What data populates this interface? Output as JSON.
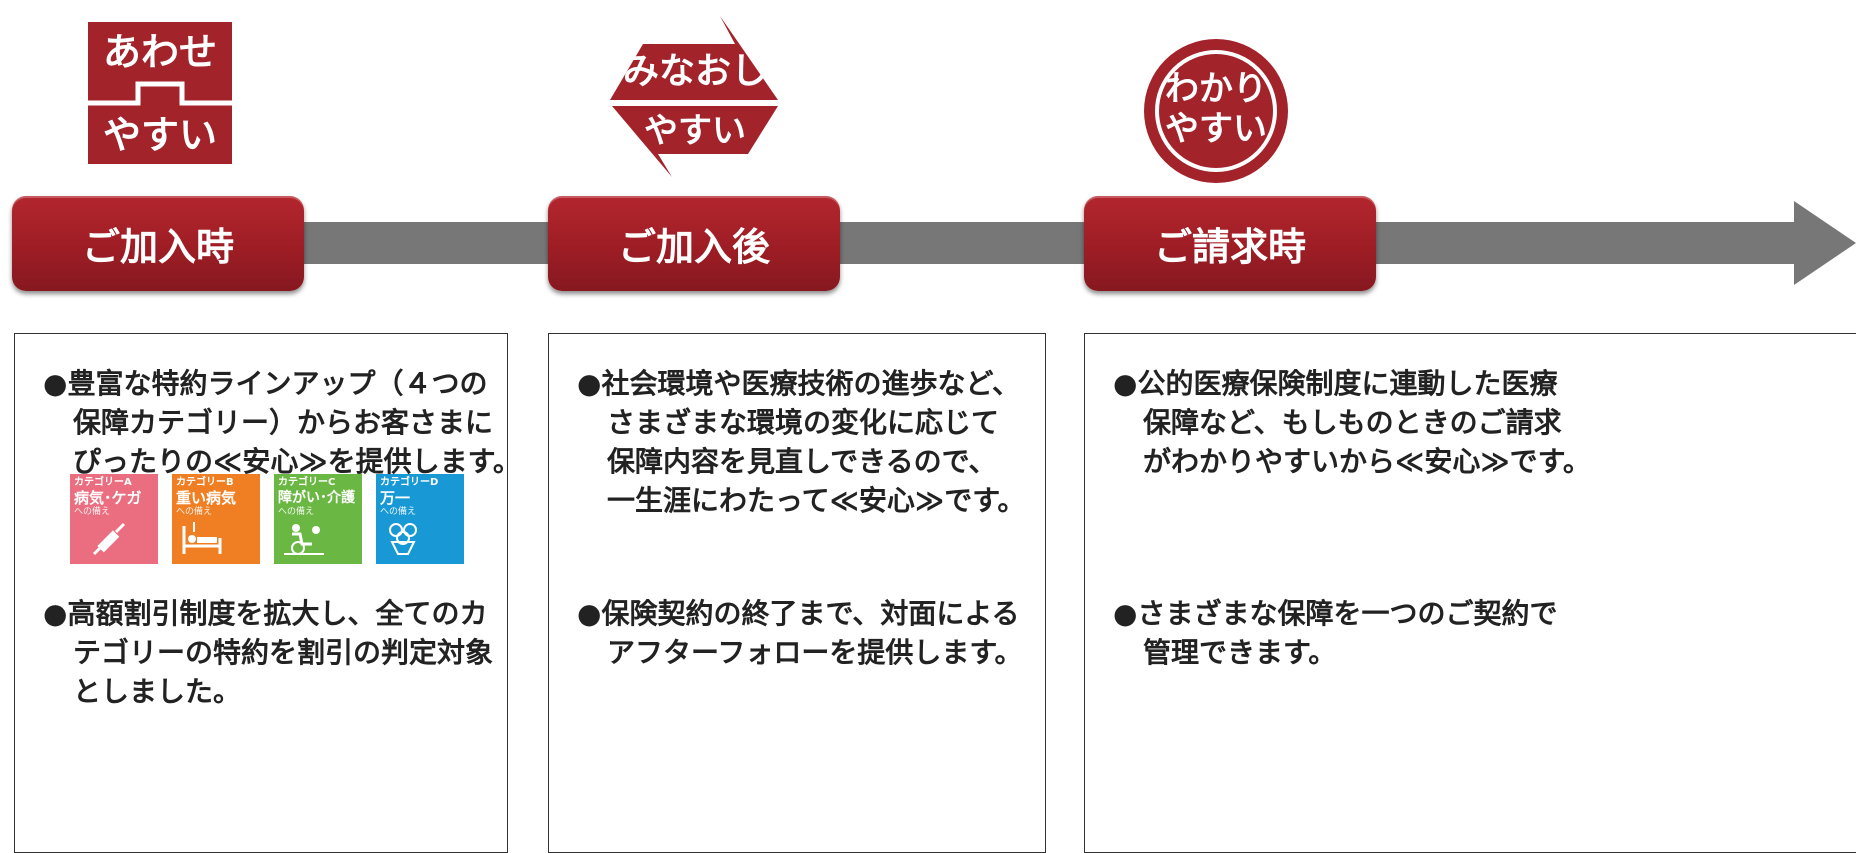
{
  "badges": {
    "awase": {
      "top": "あわせ",
      "bottom": "やすい"
    },
    "minaoshi": {
      "top": "みなおし",
      "bottom": "やすい"
    },
    "wakari": {
      "top": "わかり",
      "bottom": "やすい"
    }
  },
  "stages": [
    "ご加入時",
    "ご加入後",
    "ご請求時"
  ],
  "panels": [
    {
      "bullets": [
        "豊富な特約ラインアップ（４つの\n保障カテゴリー）からお客さまに\nぴったりの≪安心≫を提供します。",
        "高額割引制度を拡大し、全てのカ\nテゴリーの特約を割引の判定対象\nとしました。"
      ],
      "categories": [
        {
          "label": "カテゴリーA",
          "name": "病気･ケガ",
          "sub": "への備え",
          "color": "#ea6e80",
          "icon": "syringe-icon"
        },
        {
          "label": "カテゴリーB",
          "name": "重い病気",
          "sub": "への備え",
          "color": "#f07f24",
          "icon": "hospital-bed-icon"
        },
        {
          "label": "カテゴリーC",
          "name": "障がい･介護",
          "sub": "への備え",
          "color": "#6ab843",
          "icon": "wheelchair-care-icon"
        },
        {
          "label": "カテゴリーD",
          "name": "万一",
          "sub": "への備え",
          "color": "#1899d6",
          "icon": "flowers-icon"
        }
      ]
    },
    {
      "bullets": [
        "社会環境や医療技術の進歩など、\nさまざまな環境の変化に応じて\n保障内容を見直しできるので、\n一生涯にわたって≪安心≫です。",
        "保険契約の終了まで、対面による\nアフターフォローを提供します。"
      ]
    },
    {
      "bullets": [
        "公的医療保険制度に連動した医療\n保障など、もしものときのご請求\nがわかりやすいから≪安心≫です。",
        "さまざまな保障を一つのご契約で\n管理できます。"
      ]
    }
  ],
  "colors": {
    "brand_red": "#a3232b",
    "track_gray": "#777777"
  }
}
